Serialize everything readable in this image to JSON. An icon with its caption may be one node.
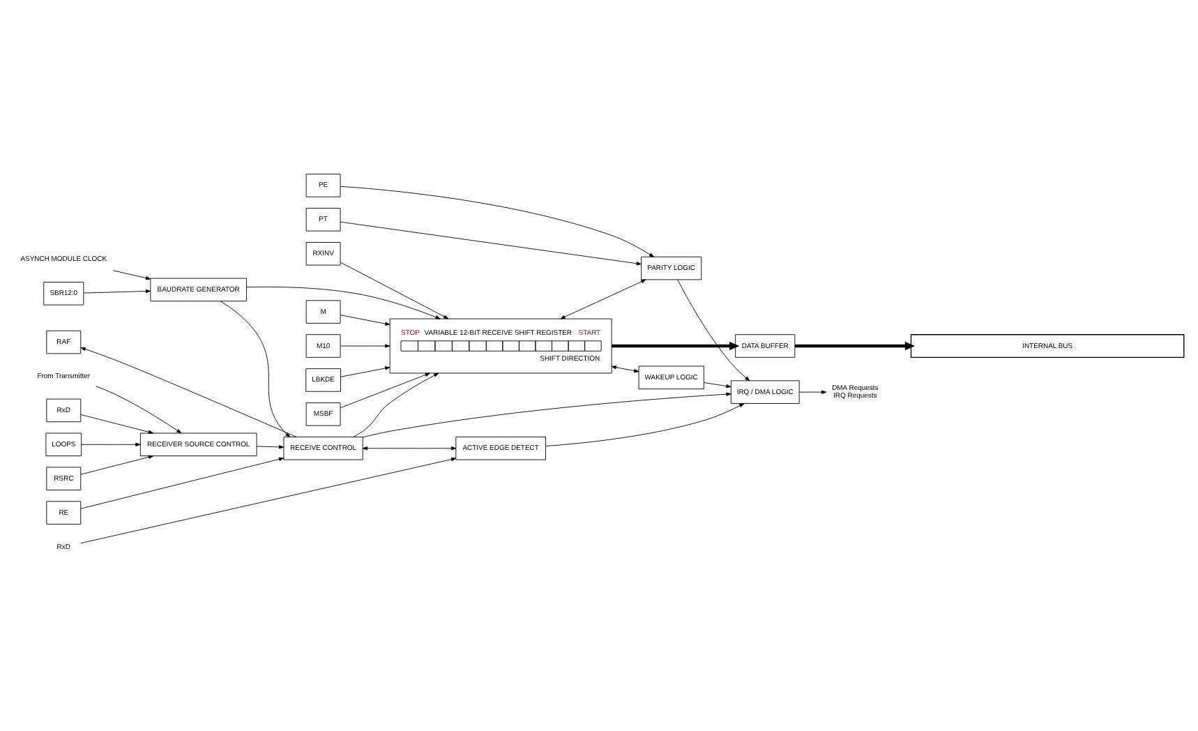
{
  "diagram": {
    "nodes": [
      {
        "text": [
          "INTERNAL BUS"
        ]
      },
      {
        "text": [
          "SBR12:0"
        ]
      },
      {
        "text": [
          "BAUDRATE GENERATOR"
        ]
      },
      {
        "text": [
          "DATA BUFFER"
        ]
      },
      {
        "text": [
          "ASYNCH MODULE CLOCK"
        ]
      },
      {
        "text": [
          "RE"
        ]
      },
      {
        "text": [
          "RAF"
        ]
      },
      {
        "text": [
          "RECEIVE CONTROL"
        ]
      },
      {
        "text": [
          "STOP",
          "VARIABLE 12-BIT RECEIVE SHIFT REGISTER",
          "START",
          "SHIFT DIRECTION"
        ]
      },
      {
        "text": [
          "M"
        ]
      },
      {
        "text": [
          "M10"
        ]
      },
      {
        "text": [
          "LBKDE"
        ]
      },
      {
        "text": [
          "MSBF"
        ]
      },
      {
        "text": [
          "RXINV"
        ]
      },
      {
        "text": [
          "RxD"
        ]
      },
      {
        "text": [
          "LOOPS"
        ]
      },
      {
        "text": [
          "RSRC"
        ]
      },
      {
        "text": [
          "RECEIVER SOURCE CONTROL"
        ]
      },
      {
        "text": [
          "From Transmitter"
        ]
      },
      {
        "text": [
          "PE"
        ]
      },
      {
        "text": [
          "PT"
        ]
      },
      {
        "text": [
          "PARITY LOGIC"
        ]
      },
      {
        "text": [
          "WAKEUP LOGIC"
        ]
      },
      {
        "text": [
          "RxD"
        ]
      },
      {
        "text": [
          "ACTIVE EDGE DETECT"
        ]
      },
      {
        "text": [
          "IRQ / DMA LOGIC"
        ]
      },
      {
        "text": [
          "DMA Requests",
          "IRQ Requests"
        ]
      }
    ],
    "edges": [
      {
        "from": 3,
        "to": 0,
        "arrow": "to",
        "style": "thick"
      },
      {
        "from": 8,
        "to": 3,
        "arrow": "to",
        "style": "thick"
      },
      {
        "from": 1,
        "to": 2,
        "arrow": "to"
      },
      {
        "from": 4,
        "to": 2,
        "arrow": "to"
      },
      {
        "from": 2,
        "to": 7,
        "arrow": "to"
      },
      {
        "from": 2,
        "to": 8,
        "arrow": "to"
      },
      {
        "from": 5,
        "to": 7,
        "arrow": "to"
      },
      {
        "from": 7,
        "to": 6,
        "arrow": "to"
      },
      {
        "from": 7,
        "to": 8,
        "arrow": "to"
      },
      {
        "from": 17,
        "to": 7,
        "arrow": "to"
      },
      {
        "from": 7,
        "to": 25,
        "arrow": "to"
      },
      {
        "from": 7,
        "to": 24,
        "arrow": "both"
      },
      {
        "from": 9,
        "to": 8,
        "arrow": "to"
      },
      {
        "from": 10,
        "to": 8,
        "arrow": "to"
      },
      {
        "from": 11,
        "to": 8,
        "arrow": "to"
      },
      {
        "from": 12,
        "to": 8,
        "arrow": "to"
      },
      {
        "from": 13,
        "to": 8,
        "arrow": "to"
      },
      {
        "from": 14,
        "to": 17,
        "arrow": "to"
      },
      {
        "from": 15,
        "to": 17,
        "arrow": "to"
      },
      {
        "from": 16,
        "to": 17,
        "arrow": "to"
      },
      {
        "from": 18,
        "to": 17,
        "arrow": "to"
      },
      {
        "from": 8,
        "to": 21,
        "arrow": "both"
      },
      {
        "from": 8,
        "to": 22,
        "arrow": "both"
      },
      {
        "from": 19,
        "to": 21,
        "arrow": "to"
      },
      {
        "from": 20,
        "to": 21,
        "arrow": "to"
      },
      {
        "from": 21,
        "to": 25,
        "arrow": "to"
      },
      {
        "from": 22,
        "to": 25,
        "arrow": "to"
      },
      {
        "from": 23,
        "to": 24,
        "arrow": "to"
      },
      {
        "from": 24,
        "to": 25,
        "arrow": "to"
      },
      {
        "from": 25,
        "to": 26,
        "arrow": "to"
      }
    ]
  }
}
